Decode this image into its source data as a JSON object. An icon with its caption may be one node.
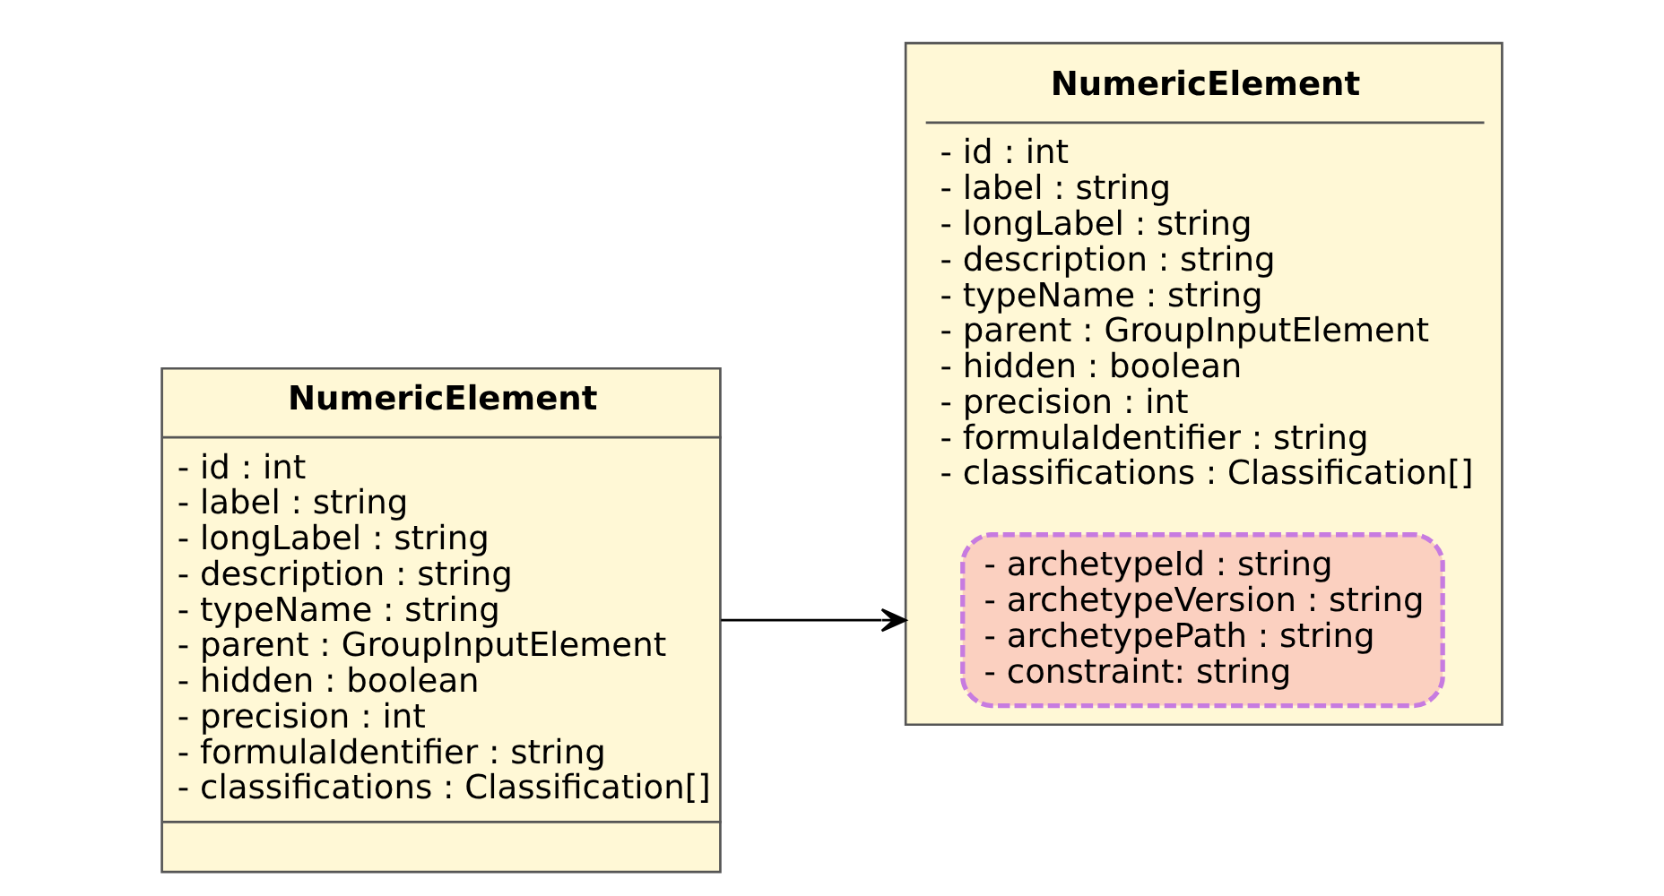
{
  "diagram": {
    "nodes": [
      {
        "text": [
          "NumericElement",
          "- id : int",
          "- label : string",
          "- longLabel : string",
          "- description : string",
          "- typeName : string",
          "- parent : GroupInputElement",
          "- hidden : boolean",
          "- precision : int",
          "- formulaIdentifier : string",
          "- classifications : Classification[]"
        ]
      },
      {
        "text": [
          "NumericElement",
          "- id : int",
          "- label : string",
          "- longLabel : string",
          "- description : string",
          "- typeName : string",
          "- parent : GroupInputElement",
          "- hidden : boolean",
          "- precision : int",
          "- formulaIdentifier : string",
          "- classifications : Classification[]"
        ]
      },
      {
        "text": [
          "- archetypeId : string",
          "- archetypeVersion : string",
          "- archetypePath : string",
          "- constraint: string"
        ],
        "in": 1
      }
    ],
    "edges": [
      {
        "from": 0,
        "to": 1,
        "arrow": "to"
      }
    ]
  }
}
